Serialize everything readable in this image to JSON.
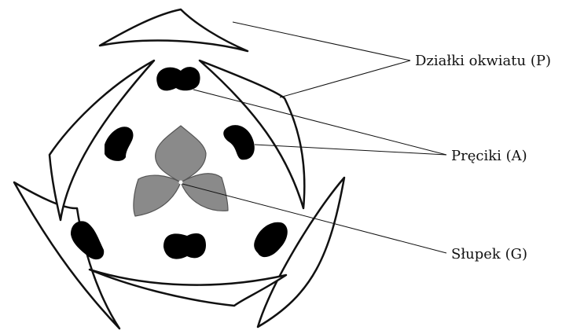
{
  "labels": {
    "perianth": "Działki okwiatu (P)",
    "stamens": "Pręciki (A)",
    "pistil": "Słupek (G)"
  },
  "colors": {
    "outline": "#111111",
    "stamen_fill": "#000000",
    "pistil_fill": "#8a8a8a",
    "background": "#ffffff"
  }
}
